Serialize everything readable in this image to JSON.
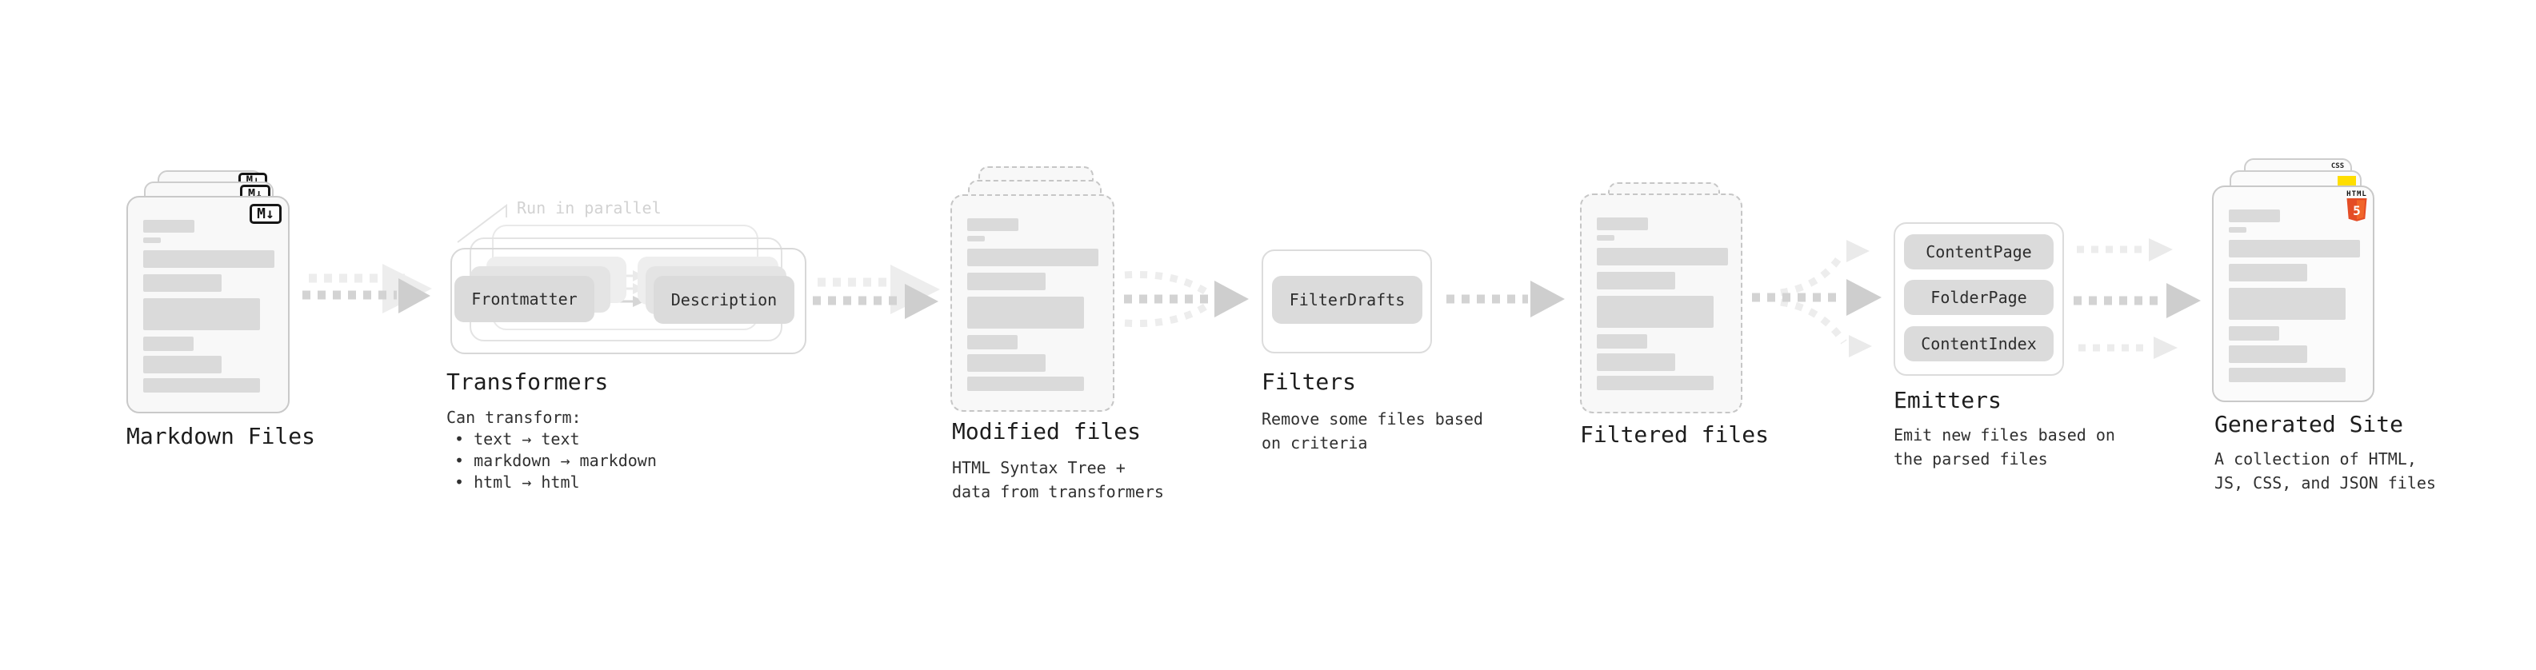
{
  "markdown": {
    "label": "Markdown Files",
    "badge": "M↓"
  },
  "transformers": {
    "label": "Transformers",
    "note": "Run in parallel",
    "pill_frontmatter": "Frontmatter",
    "pill_description": "Description",
    "caption_title": "Can transform:",
    "bullet1": "• text → text",
    "bullet2": "• markdown → markdown",
    "bullet3": "• html → html"
  },
  "modified": {
    "label": "Modified files",
    "caption_line1": "HTML Syntax Tree +",
    "caption_line2": "data from transformers"
  },
  "filters": {
    "label": "Filters",
    "pill": "FilterDrafts",
    "caption_line1": "Remove some files based",
    "caption_line2": "on criteria"
  },
  "filtered": {
    "label": "Filtered files"
  },
  "emitters": {
    "label": "Emitters",
    "pill1": "ContentPage",
    "pill2": "FolderPage",
    "pill3": "ContentIndex",
    "caption_line1": "Emit new files based on",
    "caption_line2": "the parsed files"
  },
  "generated": {
    "label": "Generated Site",
    "caption_line1": "A collection of HTML,",
    "caption_line2": "JS, CSS, and JSON files",
    "badge_css": "CSS",
    "badge_html_word": "HTML",
    "badge_html_five": "5"
  },
  "colors": {
    "html5_orange_dark": "#e44d26",
    "html5_orange_light": "#f16529",
    "js_yellow": "#ffde00",
    "css_blue": "#2f6ae0",
    "skeleton_gray": "#dadada",
    "arrow_gray": "#d3d3d3",
    "arrow_light_gray": "#ededed"
  }
}
